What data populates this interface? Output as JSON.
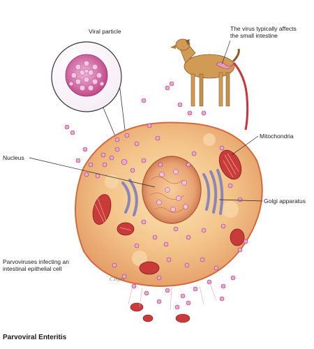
{
  "labels": {
    "viral_particle": "Viral particle",
    "virus_affects_line1": "The virus typically affects",
    "virus_affects_line2": "the small intestine",
    "mitochondria": "Mitochondria",
    "nucleus": "Nucleus",
    "golgi_apparatus": "Golgi apparatus",
    "parvovirus_line1": "Parvoviruses infecting an",
    "parvovirus_line2": "intestinal epithelial cell"
  },
  "caption": "Parvoviral Enteritis",
  "signature": "C.Hyde",
  "colors": {
    "cell_body": "#f3c48a",
    "cell_edge": "#d4693f",
    "virus": "#c24a8a",
    "virus_light": "#e9a6d0",
    "mitochondria": "#c93a3a",
    "golgi": "#8a86b8",
    "nucleus": "#e9a373",
    "dog": "#d19a55",
    "intestine_tract": "#c7343a"
  }
}
